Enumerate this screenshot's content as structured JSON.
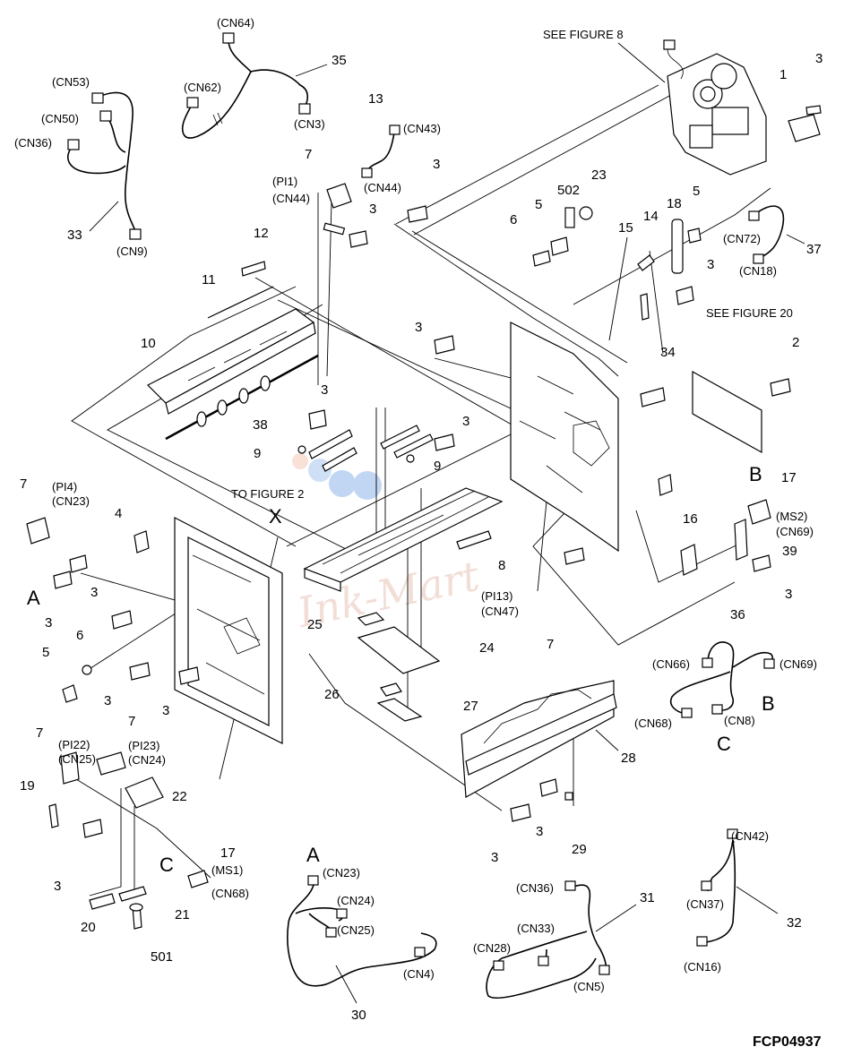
{
  "figure": {
    "code": "FCP04937",
    "watermark": "Ink-Mart",
    "notes": {
      "see_figure_8": "SEE FIGURE 8",
      "see_figure_20": "SEE FIGURE 20",
      "to_figure_2": "TO FIGURE 2"
    },
    "callouts": {
      "n1": "1",
      "n2": "2",
      "n3": "3",
      "n4": "4",
      "n5": "5",
      "n6": "6",
      "n7": "7",
      "n8": "8",
      "n9": "9",
      "n10": "10",
      "n11": "11",
      "n12": "12",
      "n13": "13",
      "n14": "14",
      "n15": "15",
      "n16": "16",
      "n17": "17",
      "n18": "18",
      "n19": "19",
      "n20": "20",
      "n21": "21",
      "n22": "22",
      "n23": "23",
      "n24": "24",
      "n25": "25",
      "n26": "26",
      "n27": "27",
      "n28": "28",
      "n29": "29",
      "n30": "30",
      "n31": "31",
      "n32": "32",
      "n33": "33",
      "n34": "34",
      "n35": "35",
      "n36": "36",
      "n37": "37",
      "n38": "38",
      "n39": "39",
      "n501": "501",
      "n502": "502"
    },
    "letters": {
      "a": "A",
      "b": "B",
      "c": "C",
      "x": "X"
    },
    "connectors": {
      "cn3": "(CN3)",
      "cn4": "(CN4)",
      "cn5": "(CN5)",
      "cn8": "(CN8)",
      "cn9": "(CN9)",
      "cn16": "(CN16)",
      "cn18": "(CN18)",
      "cn23": "(CN23)",
      "cn24": "(CN24)",
      "cn25": "(CN25)",
      "cn28": "(CN28)",
      "cn33": "(CN33)",
      "cn36": "(CN36)",
      "cn37": "(CN37)",
      "cn42": "(CN42)",
      "cn43": "(CN43)",
      "cn44": "(CN44)",
      "cn47": "(CN47)",
      "cn50": "(CN50)",
      "cn53": "(CN53)",
      "cn62": "(CN62)",
      "cn64": "(CN64)",
      "cn66": "(CN66)",
      "cn68": "(CN68)",
      "cn69": "(CN69)",
      "cn72": "(CN72)"
    },
    "sensors": {
      "pi1": "(PI1)",
      "pi4": "(PI4)",
      "pi13": "(PI13)",
      "pi22": "(PI22)",
      "pi23": "(PI23)",
      "ms1": "(MS1)",
      "ms2": "(MS2)"
    }
  }
}
